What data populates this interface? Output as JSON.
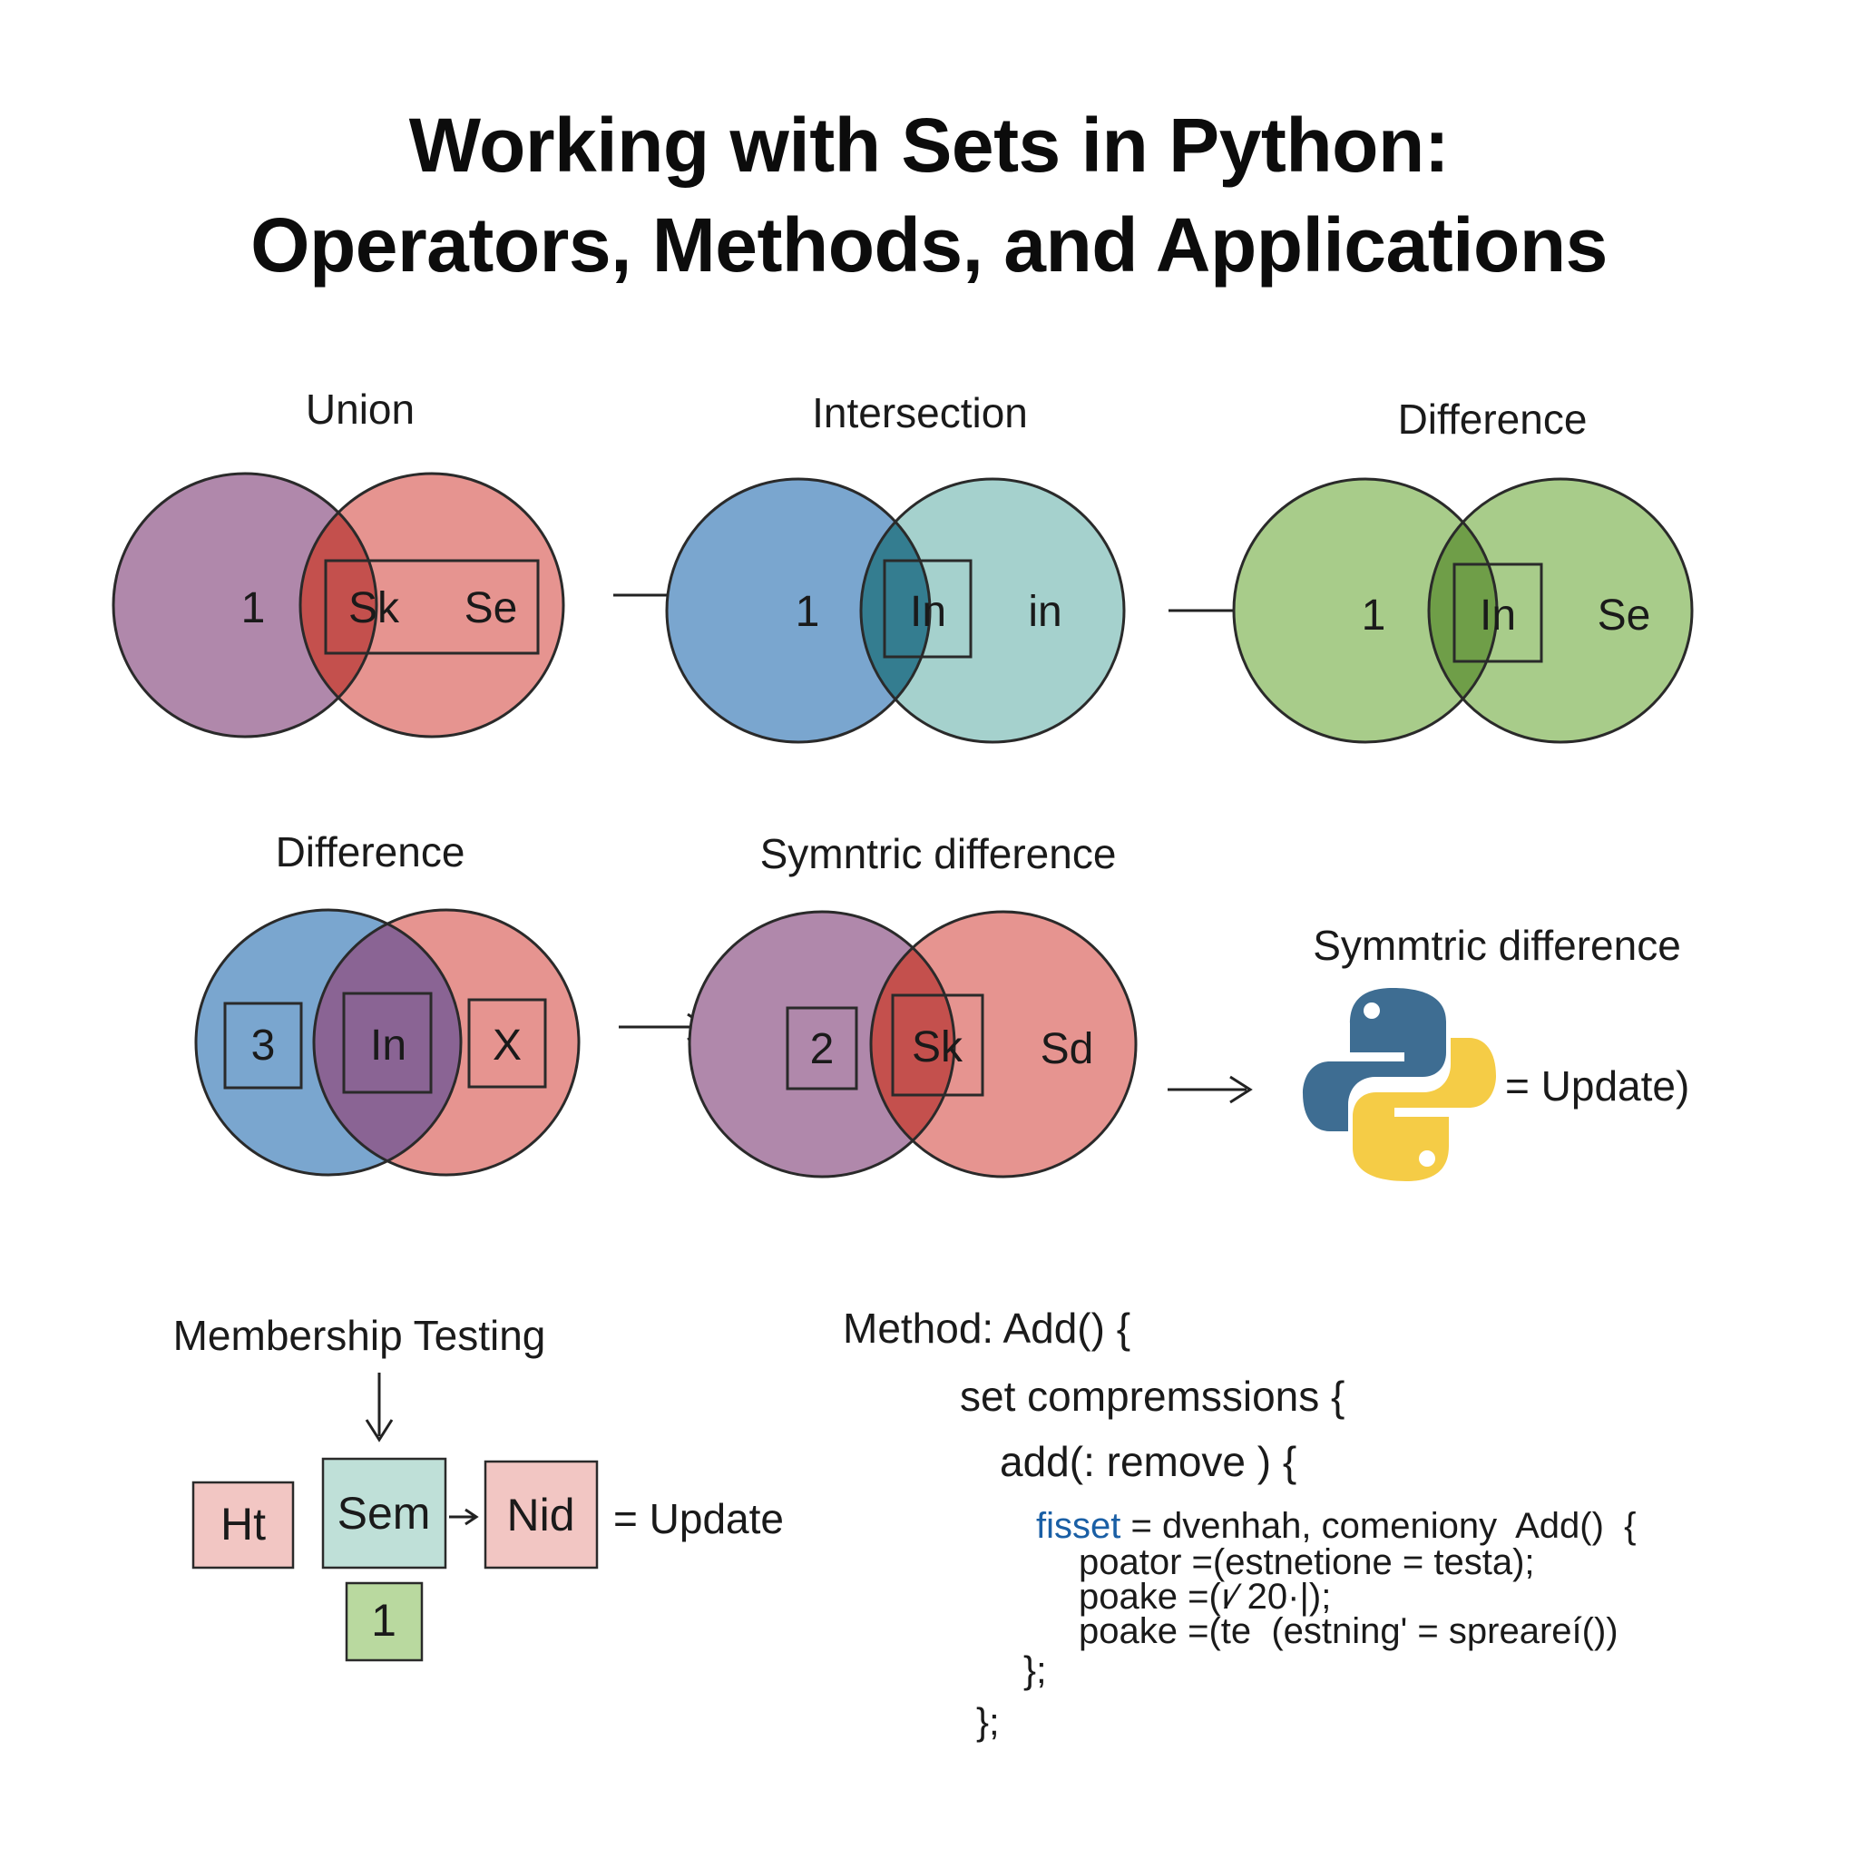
{
  "title": {
    "line1": "Working with Sets in Python:",
    "line2": "Operators, Methods, and Applications"
  },
  "colors": {
    "purple": "#b088ab",
    "red": "#e69490",
    "red_overlap": "#c4504d",
    "blue": "#7aa6cf",
    "teal": "#a5d1cd",
    "teal_overlap": "#347d90",
    "green": "#a8cc8a",
    "green_overlap": "#6f9e48",
    "violet_overlap": "#8a6494",
    "python_blue": "#3e6d92",
    "python_yellow": "#f5cc46"
  },
  "diagrams": [
    {
      "heading": "Union",
      "left": "1",
      "middle": "Sk",
      "right": "Se"
    },
    {
      "heading": "Intersection",
      "left": "1",
      "middle": "In",
      "right": "in"
    },
    {
      "heading": "Difference",
      "left": "1",
      "middle": "In",
      "right": "Se"
    },
    {
      "heading": "Difference",
      "left": "3",
      "middle": "In",
      "right": "X"
    },
    {
      "heading": "Symntric difference",
      "left": "2",
      "middle": "Sk",
      "right": "Sd"
    }
  ],
  "python_panel": {
    "heading": "Symmtric difference",
    "logo": "python-logo-icon",
    "label": "= Update)"
  },
  "membership": {
    "heading": "Membership Testing",
    "box_left": "Ht",
    "box_center": "Sem",
    "box_right": "Nid",
    "box_below": "1",
    "result": "= Update"
  },
  "code": {
    "line1": "Method: Add() {",
    "line2": "set compremssions {",
    "line3": "add(: remove ) {",
    "line4_keyword": "fisset",
    "line4_rest": " = dvenhah, comeniony  Add()  {",
    "line5": "poator =(estnetione = testa);",
    "line6": "poake =(ı⁄ 20·|);",
    "line7": "poake =(te  (estning' = spreareí())",
    "line8": "};",
    "line9": "};",
    "keyword_color": "#1a5fa5"
  }
}
